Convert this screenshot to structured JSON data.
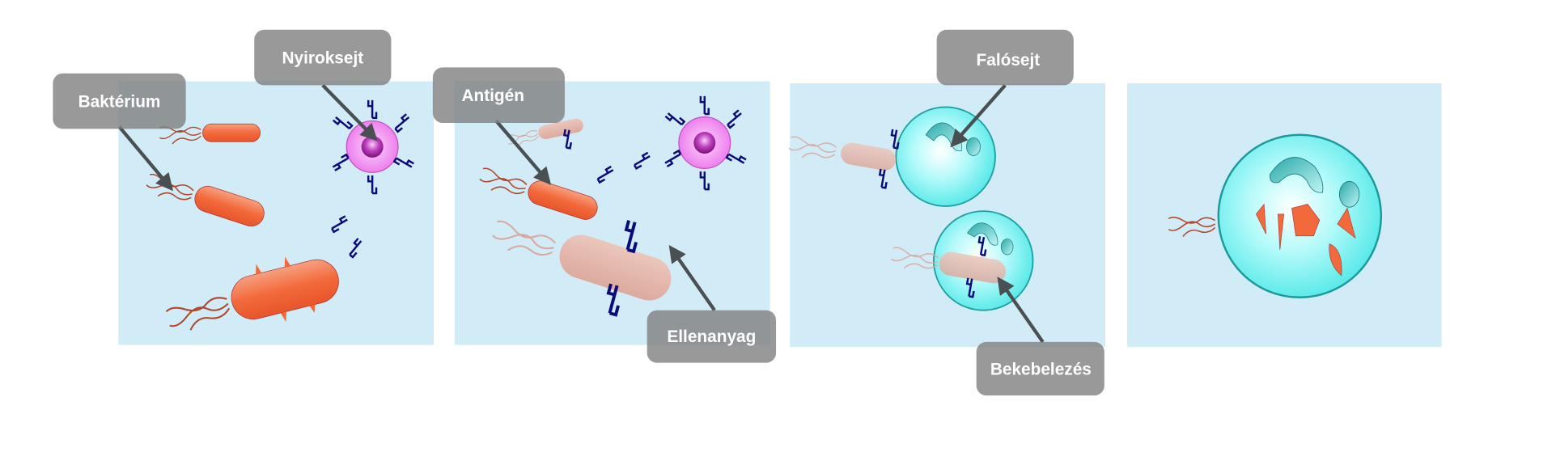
{
  "labels": {
    "bacterium": "Baktérium",
    "lymphocyte": "Nyiroksejt",
    "antigen": "Antigén",
    "antibody": "Ellenanyag",
    "phagocyte": "Falósejt",
    "engulfment": "Bekebelezés"
  },
  "colors": {
    "panel": "#d2ecf7",
    "label_bg": "#8a8a8a",
    "bacterium": "#f26a3c",
    "bacterium_pale": "#e2b2a6",
    "lymphocyte": "#f08cf0",
    "phagocyte": "#7ff4f4",
    "antibody": "#0a0a78",
    "arrow": "#4a4f52"
  }
}
